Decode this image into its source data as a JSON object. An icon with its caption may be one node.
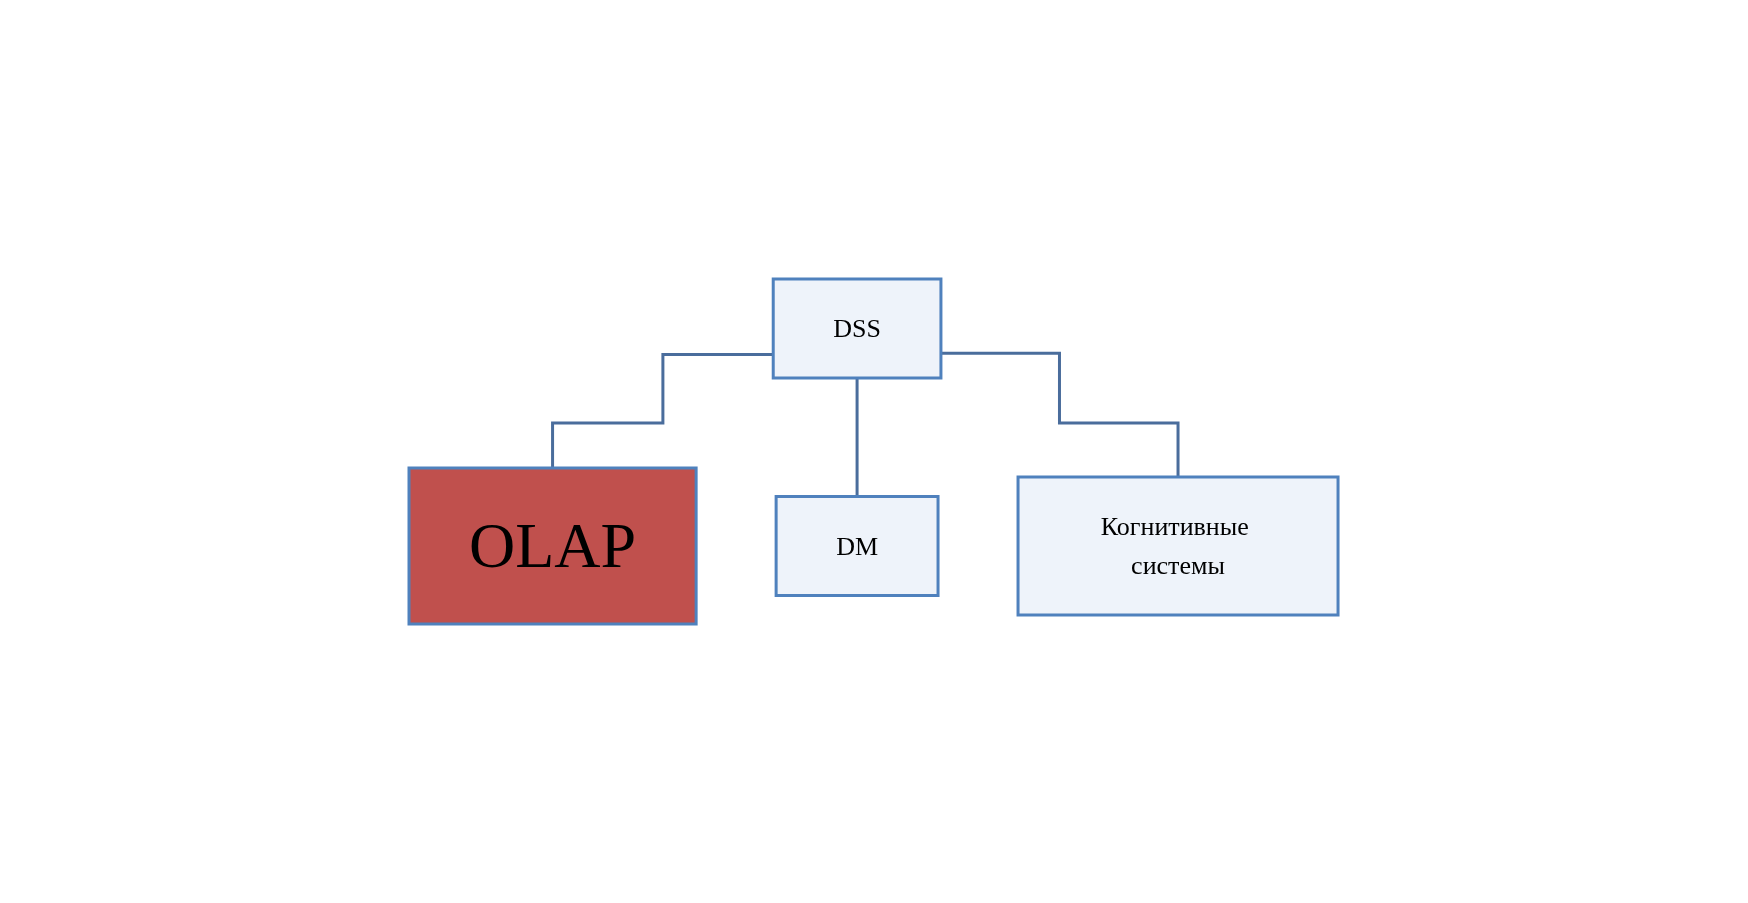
{
  "diagram": {
    "nodes": [
      {
        "text": [
          "DSS"
        ]
      },
      {
        "text": [
          "OLAP"
        ]
      },
      {
        "text": [
          "DM"
        ]
      },
      {
        "text": [
          "Когнитивные системы"
        ]
      }
    ],
    "edges": [
      {
        "from": 0,
        "to": 1,
        "arrow": "none"
      },
      {
        "from": 0,
        "to": 2,
        "arrow": "none"
      },
      {
        "from": 0,
        "to": 3,
        "arrow": "none"
      }
    ]
  }
}
